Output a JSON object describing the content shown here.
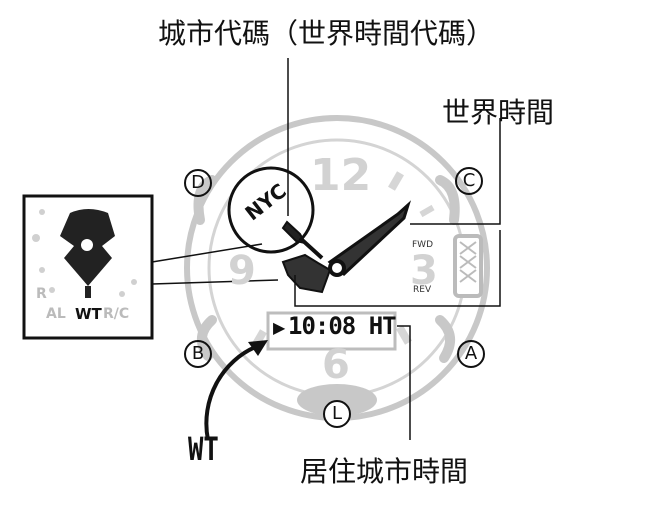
{
  "labels": {
    "city_code": "城市代碼（世界時間代碼）",
    "world_time": "世界時間",
    "home_city_time": "居住城市時間",
    "wt": "WT"
  },
  "dial": {
    "numerals": {
      "twelve": "12",
      "three": "3",
      "six": "6",
      "nine": "9"
    },
    "fwd": "FWD",
    "rev": "REV",
    "city_bubble": "NYC"
  },
  "buttons": {
    "d": "D",
    "c": "C",
    "b": "B",
    "a": "A",
    "l": "L"
  },
  "display": {
    "marker": "▶",
    "text": "10:08 HT"
  },
  "inset": {
    "al": "AL",
    "wt": "WT",
    "rc": "R/C",
    "r": "R"
  }
}
